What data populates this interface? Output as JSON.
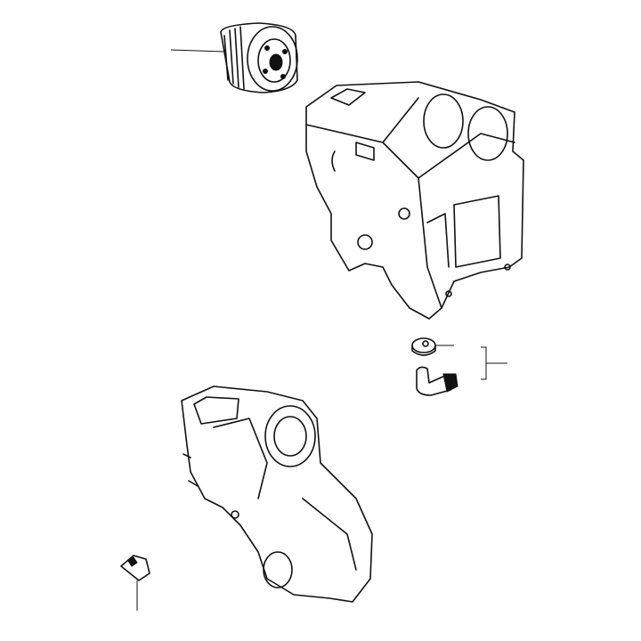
{
  "diagram": {
    "type": "exploded parts drawing",
    "parts": [
      "oil-filter",
      "engine-block",
      "washer",
      "elbow-fitting",
      "timing-cover",
      "oil-pressure-switch"
    ],
    "line_color": "#111111",
    "background": "#ffffff"
  }
}
